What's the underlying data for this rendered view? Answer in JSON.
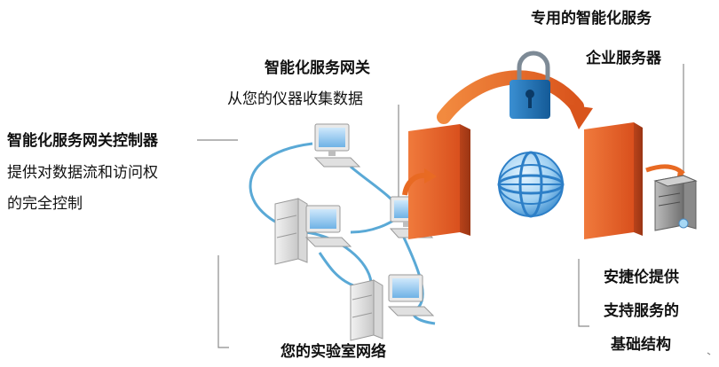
{
  "labels": {
    "controller_title": "智能化服务网关控制器",
    "controller_desc_1": "提供对数据流和访问权",
    "controller_desc_2": "的完全控制",
    "gateway_title": "智能化服务网关",
    "gateway_desc": "从您的仪器收集数据",
    "dedicated_service": "专用的智能化服务",
    "enterprise_server": "企业服务器",
    "infra_1": "安捷伦提供",
    "infra_2": "支持服务的",
    "infra_3": "基础结构",
    "lab_network": "您的实验室网络"
  },
  "colors": {
    "firewall_orange": "#e8622a",
    "arrow_orange": "#e86a23",
    "cable_blue": "#5aa9d6",
    "lock_blue": "#1f6fb0",
    "globe_blue": "#2d7fc7",
    "leader_line": "#888888"
  }
}
